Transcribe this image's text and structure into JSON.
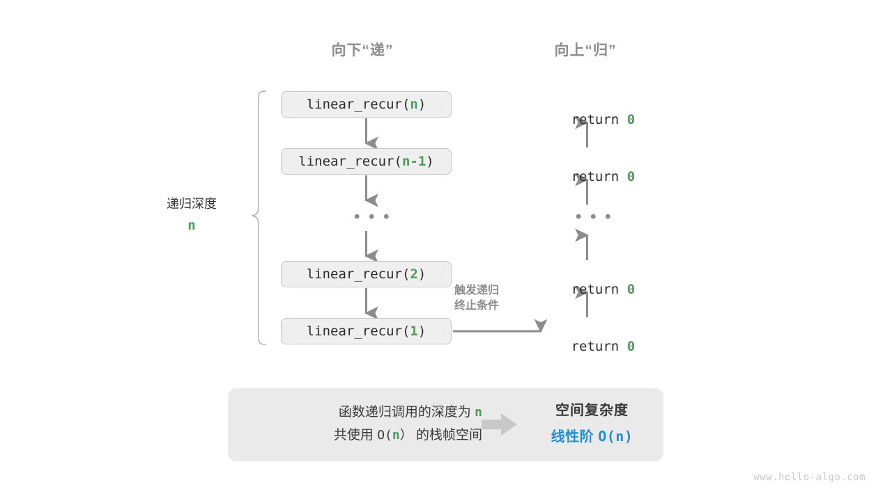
{
  "headers": {
    "down": "向下“递”",
    "up": "向上“归”"
  },
  "depth": {
    "label": "递归深度",
    "value": "n"
  },
  "frames": [
    {
      "prefix": "linear_recur(",
      "arg": "n",
      "suffix": ")"
    },
    {
      "prefix": "linear_recur(",
      "arg": "n-1",
      "suffix": ")"
    },
    {
      "prefix": "linear_recur(",
      "arg": "2",
      "suffix": ")"
    },
    {
      "prefix": "linear_recur(",
      "arg": "1",
      "suffix": ")"
    }
  ],
  "returns": [
    {
      "keyword": "return ",
      "value": "0"
    },
    {
      "keyword": "return ",
      "value": "0"
    },
    {
      "keyword": "return ",
      "value": "0"
    },
    {
      "keyword": "return ",
      "value": "0"
    }
  ],
  "ellipsis": {
    "left": "• • •",
    "right": "• • •"
  },
  "trigger_note": {
    "line1": "触发递归",
    "line2": "终止条件"
  },
  "summary": {
    "left_line1_pre": "函数递归调用的深度为 ",
    "left_line1_hl": "n",
    "left_line2_pre": "共使用 ",
    "left_line2_mono_a": "O(",
    "left_line2_hl": "n",
    "left_line2_mono_b": "）",
    "left_line2_post": " 的栈帧空间",
    "arrow_icon": "right-block-arrow-icon",
    "right_title": "空间复杂度",
    "right_value_label": "线性阶 ",
    "right_value_formula": "O(n)"
  },
  "watermark": "www.hello-algo.com",
  "colors": {
    "accent_green": "#4b9b5b",
    "accent_blue": "#1e90d2",
    "line_gray": "#8c8c8c",
    "box_fill": "#efefef",
    "box_border": "#c5c5c5",
    "panel_fill": "#eaeaea",
    "text_dark": "#2b2b2b"
  }
}
